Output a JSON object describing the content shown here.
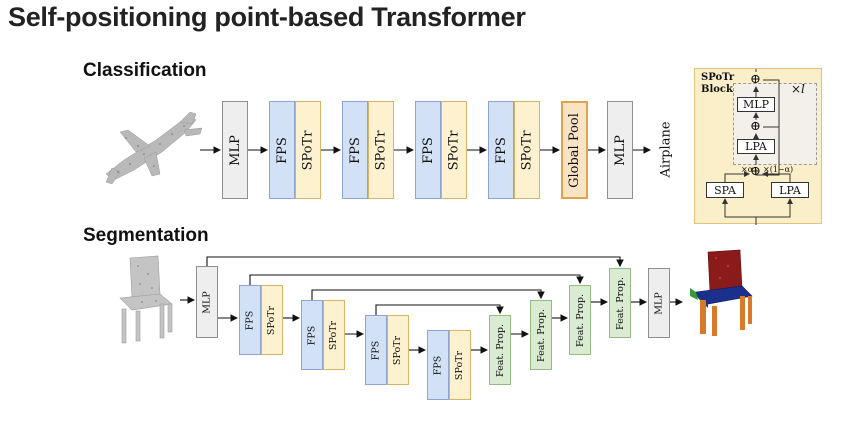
{
  "title": "Self-positioning point-based Transformer",
  "classification": {
    "heading": "Classification",
    "mlp_in": "MLP",
    "stages": [
      {
        "fps": "FPS",
        "spotr": "SPoTr"
      },
      {
        "fps": "FPS",
        "spotr": "SPoTr"
      },
      {
        "fps": "FPS",
        "spotr": "SPoTr"
      },
      {
        "fps": "FPS",
        "spotr": "SPoTr"
      }
    ],
    "global_pool": "Global Pool",
    "mlp_out": "MLP",
    "output": "Airplane",
    "input_image": "airplane-point-cloud"
  },
  "block": {
    "title": "SPoTr",
    "title2": "Block",
    "mlp": "MLP",
    "lpa_top": "LPA",
    "spa": "SPA",
    "lpa_bottom": "LPA",
    "repeat": "×l",
    "alpha": "×α",
    "one_minus_alpha": "×(1−α)",
    "add_symbol": "⊕"
  },
  "segmentation": {
    "heading": "Segmentation",
    "mlp_in": "MLP",
    "encoder": [
      {
        "fps": "FPS",
        "spotr": "SPoTr"
      },
      {
        "fps": "FPS",
        "spotr": "SPoTr"
      },
      {
        "fps": "FPS",
        "spotr": "SPoTr"
      },
      {
        "fps": "FPS",
        "spotr": "SPoTr"
      }
    ],
    "decoder": [
      "Feat. Prop.",
      "Feat. Prop.",
      "Feat. Prop.",
      "Feat. Prop."
    ],
    "mlp_out": "MLP",
    "input_image": "chair-point-cloud",
    "output_image": "segmented-chair-point-cloud"
  },
  "colors": {
    "fps": "#d3e1f7",
    "spotr": "#fdf1d0",
    "mlp": "#eeeeee",
    "feat_prop": "#d9ecd1",
    "global_pool_border": "#e0a24a",
    "block_panel": "#fbefca"
  }
}
